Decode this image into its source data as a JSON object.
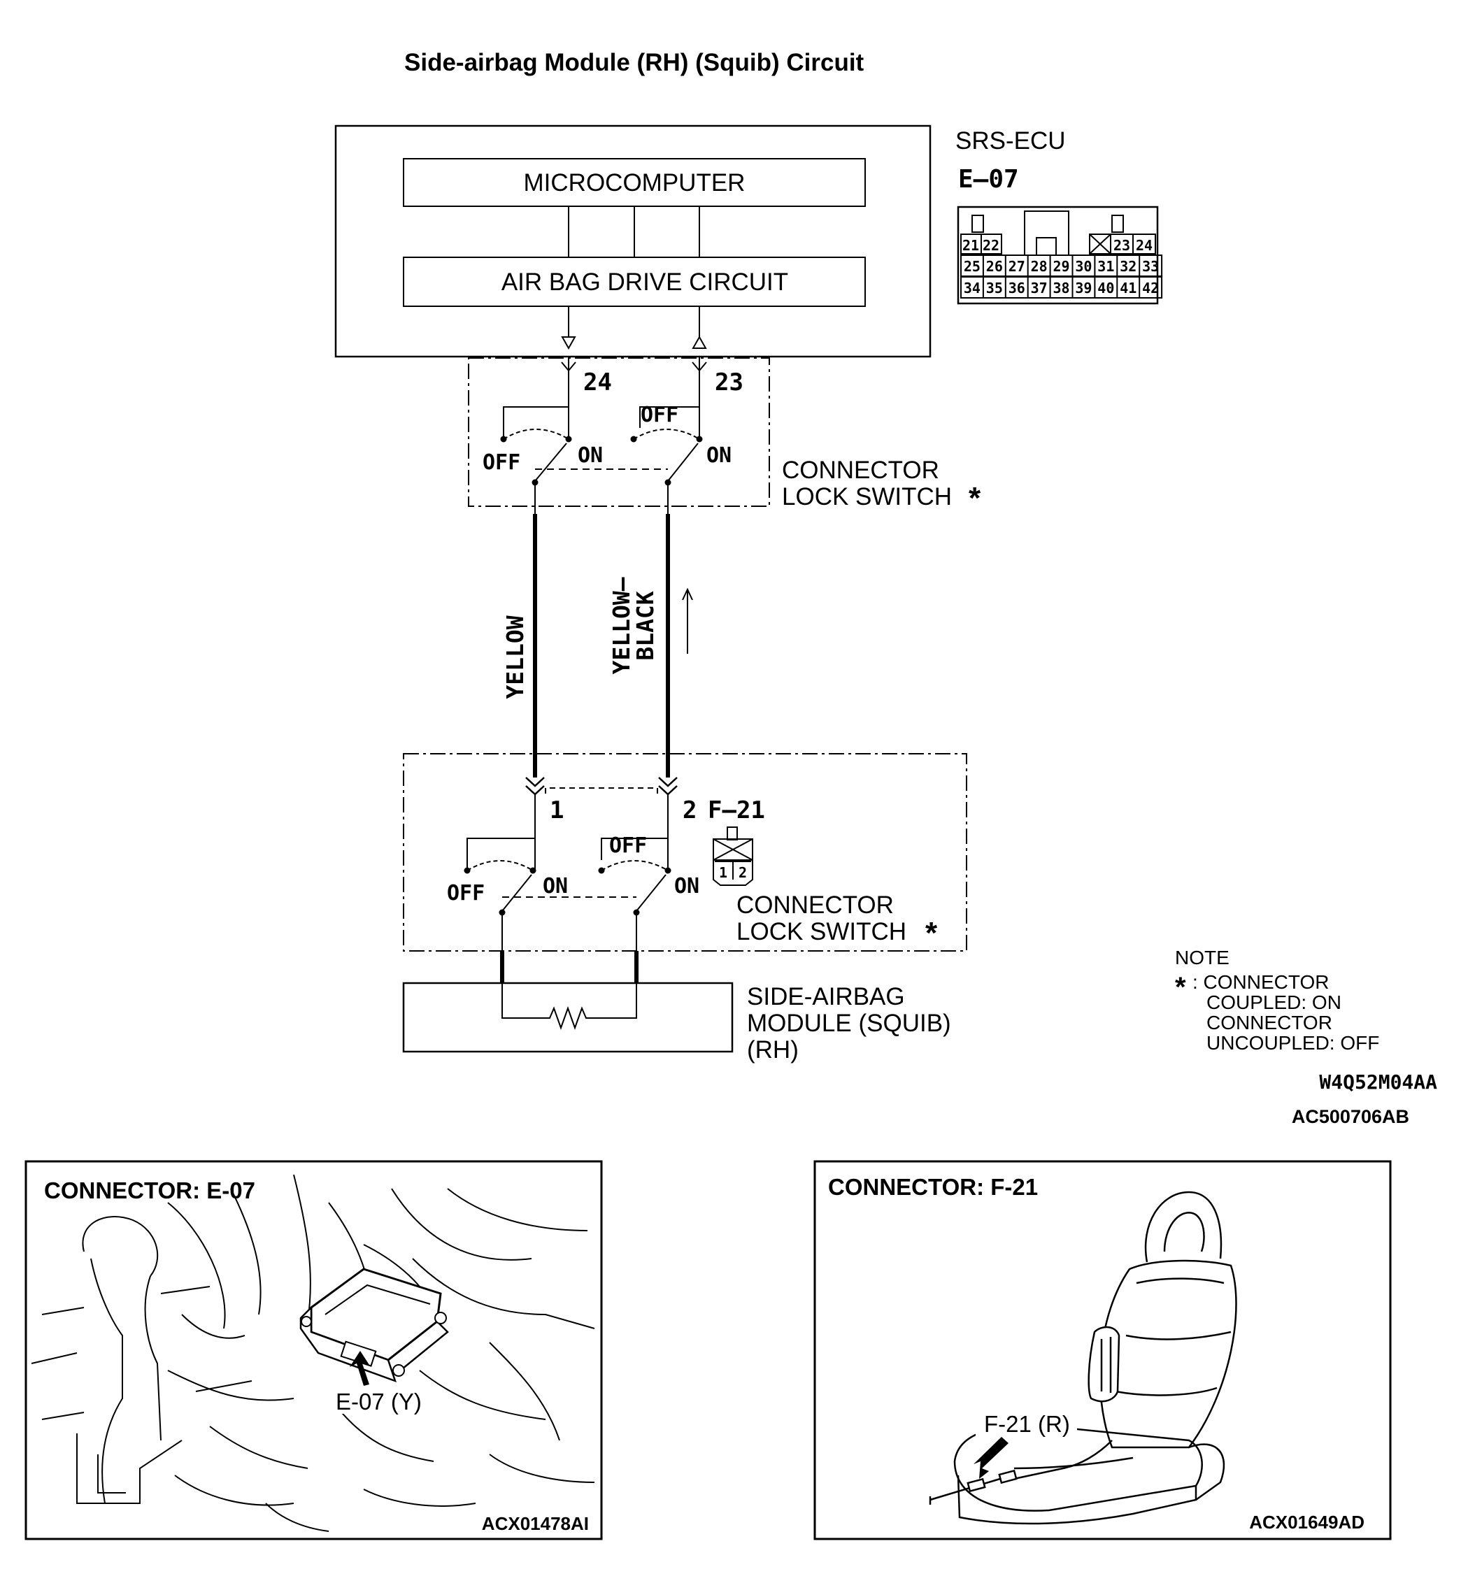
{
  "title": "Side-airbag Module (RH) (Squib) Circuit",
  "ecu": {
    "name": "SRS-ECU",
    "connector": "E–07",
    "microcomputer": "MICROCOMPUTER",
    "drive_circuit": "AIR BAG DRIVE CIRCUIT",
    "pin_left": "24",
    "pin_right": "23",
    "pins_row1": [
      "21",
      "22",
      "23",
      "24"
    ],
    "pins_row2": [
      "25",
      "26",
      "27",
      "28",
      "29",
      "30",
      "31",
      "32",
      "33"
    ],
    "pins_row3": [
      "34",
      "35",
      "36",
      "37",
      "38",
      "39",
      "40",
      "41",
      "42"
    ]
  },
  "switch_labels": {
    "off": "OFF",
    "on": "ON"
  },
  "lock_switch_upper": {
    "line1": "CONNECTOR",
    "line2": "LOCK SWITCH",
    "star": "*"
  },
  "wires": {
    "left": "YELLOW",
    "right_line1": "YELLOW–",
    "right_line2": "BLACK"
  },
  "module_connector": {
    "pin_left": "1",
    "pin_right": "2",
    "name": "F–21",
    "face_pins": [
      "1",
      "2"
    ]
  },
  "lock_switch_lower": {
    "line1": "CONNECTOR",
    "line2": "LOCK SWITCH",
    "star": "*"
  },
  "module": {
    "line1": "SIDE-AIRBAG",
    "line2": "MODULE (SQUIB)",
    "line3": "(RH)"
  },
  "note": {
    "heading": "NOTE",
    "star": "*",
    "line1": ": CONNECTOR",
    "line2": "COUPLED: ON",
    "line3": "CONNECTOR",
    "line4": "UNCOUPLED: OFF"
  },
  "codes": {
    "diagram_code": "W4Q52M04AA",
    "figure_code": "AC500706AB"
  },
  "panel_left": {
    "title": "CONNECTOR: E-07",
    "callout": "E-07 (Y)",
    "code": "ACX01478AI"
  },
  "panel_right": {
    "title": "CONNECTOR: F-21",
    "callout": "F-21 (R)",
    "code": "ACX01649AD"
  }
}
